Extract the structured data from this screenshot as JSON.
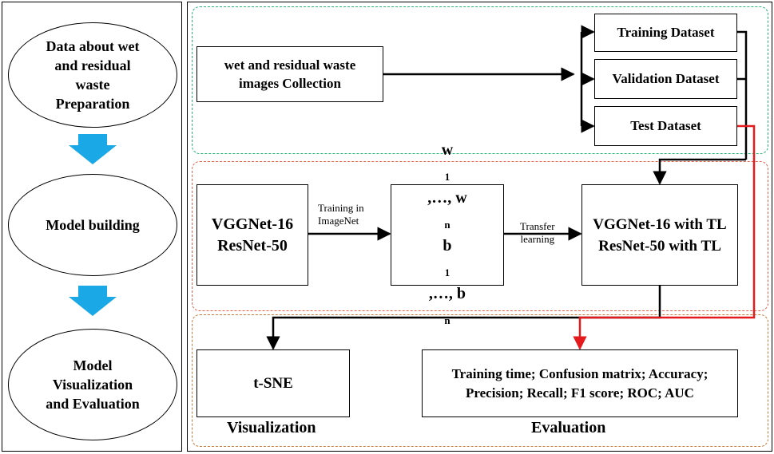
{
  "left_panel": {
    "step1": [
      "Data about wet",
      "and residual",
      "waste",
      "Preparation"
    ],
    "step2": [
      "Model building"
    ],
    "step3": [
      "Model",
      "Visualization",
      "and Evaluation"
    ]
  },
  "colors": {
    "arrow_blue": "#1aa8e6",
    "green_dash": "#22b573",
    "red_dash": "#e8604c",
    "brown_dash": "#c8783a",
    "red_line": "#e41a1c"
  },
  "collection": {
    "label": [
      "wet and residual waste",
      "images Collection"
    ]
  },
  "datasets": {
    "training": "Training Dataset",
    "validation": "Validation Dataset",
    "test": "Test Dataset"
  },
  "pretrained_models": [
    "VGGNet-16",
    "ResNet-50"
  ],
  "edge_training": [
    "Training in",
    "ImageNet"
  ],
  "weights": {
    "w_first": "w",
    "w_first_sub": "1",
    "w_rest": ",…, w",
    "w_last_sub": "n",
    "b_first": "b",
    "b_first_sub": "1",
    "b_rest": ",…, b",
    "b_last_sub": "n"
  },
  "edge_transfer": [
    "Transfer",
    "learning"
  ],
  "tl_models": [
    "VGGNet-16 with TL",
    "ResNet-50 with TL"
  ],
  "tsne": "t-SNE",
  "metrics": [
    "Training time; Confusion matrix; Accuracy;",
    "Precision; Recall; F1 score; ROC; AUC"
  ],
  "labels": {
    "visualization": "Visualization",
    "evaluation": "Evaluation"
  }
}
